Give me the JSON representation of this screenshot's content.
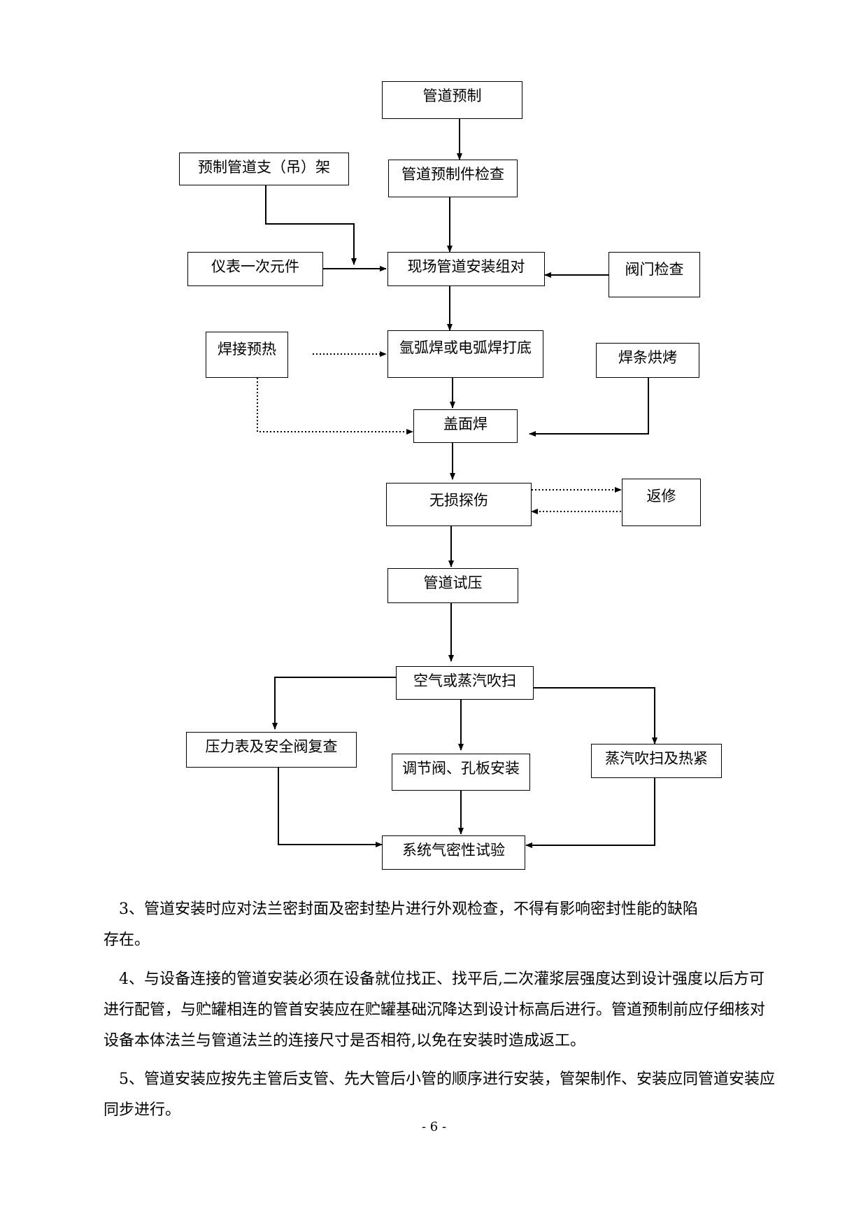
{
  "flowchart": {
    "nodes": {
      "pipe_prefab": "管道预制",
      "prefab_support": "预制管道支（吊）架",
      "prefab_inspection": "管道预制件检查",
      "instrument_primary": "仪表一次元件",
      "field_assembly": "现场管道安装组对",
      "valve_inspection": "阀门检查",
      "weld_preheat": "焊接预热",
      "root_weld": "氩弧焊或电弧焊打底",
      "electrode_bake": "焊条烘烤",
      "cap_weld": "盖面焊",
      "ndt": "无损探伤",
      "repair": "返修",
      "pressure_test": "管道试压",
      "purge": "空气或蒸汽吹扫",
      "gauge_check": "压力表及安全阀复查",
      "valve_orifice_install": "调节阀、孔板安装",
      "steam_purge_hot_tight": "蒸汽吹扫及热紧",
      "tightness_test": "系统气密性试验"
    }
  },
  "body_text": {
    "para3_line1": "3、管道安装时应对法兰密封面及密封垫片进行外观检查，不得有影响密封性能的缺陷",
    "para3_line2": "存在。",
    "para4": "4、与设备连接的管道安装必须在设备就位找正、找平后,二次灌浆层强度达到设计强度以后方可进行配管，与贮罐相连的管首安装应在贮罐基础沉降达到设计标高后进行。管道预制前应仔细核对设备本体法兰与管道法兰的连接尺寸是否相符,以免在安装时造成返工。",
    "para5": "5、管道安装应按先主管后支管、先大管后小管的顺序进行安装，管架制作、安装应同管道安装应同步进行。"
  },
  "page_number": "- 6 -"
}
